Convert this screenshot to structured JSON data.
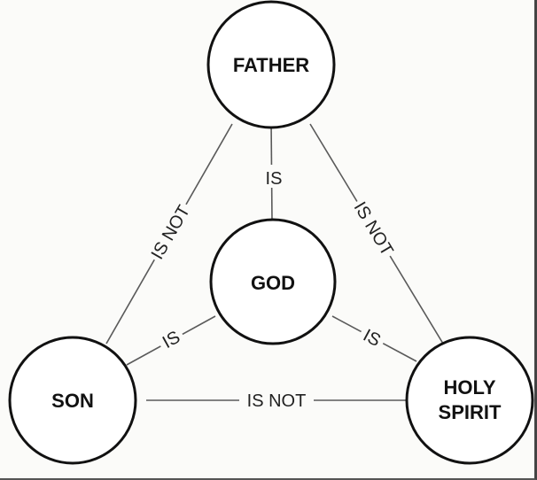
{
  "nodes": {
    "father": "FATHER",
    "god": "GOD",
    "son": "SON",
    "holy_spirit_line1": "HOLY",
    "holy_spirit_line2": "SPIRIT"
  },
  "edges": {
    "father_god": "IS",
    "son_god": "IS",
    "spirit_god": "IS",
    "father_son": "IS NOT",
    "father_spirit": "IS NOT",
    "son_spirit": "IS NOT"
  }
}
